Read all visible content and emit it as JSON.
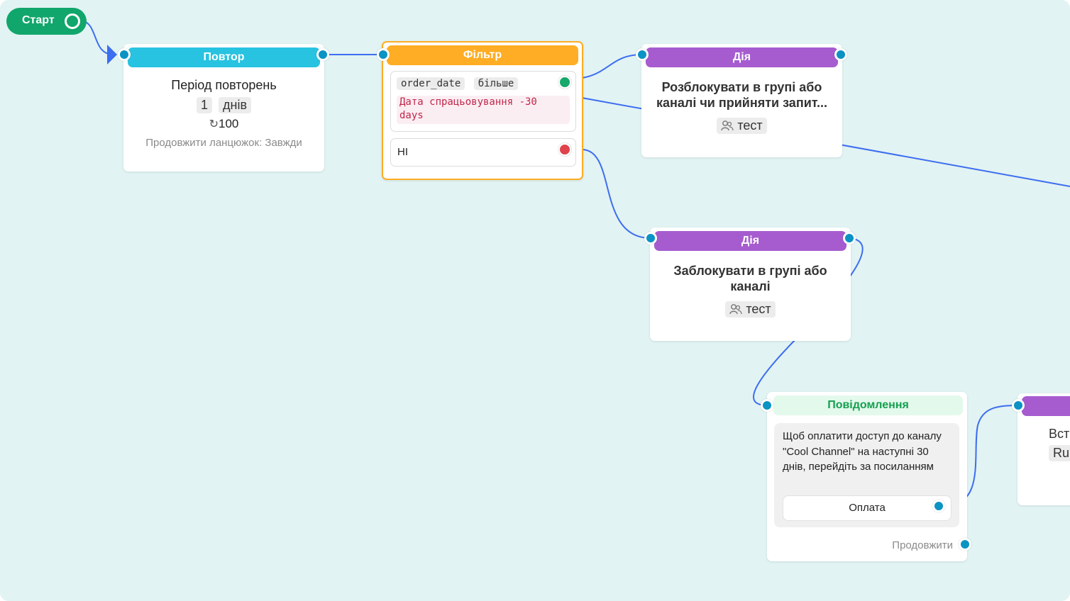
{
  "start": {
    "label": "Старт"
  },
  "colors": {
    "canvas": "#e1f3f3",
    "edge": "#3d6df0",
    "port": "#0b93c4",
    "repeat_header": "#28c3e0",
    "filter_header": "#ffad24",
    "action_header": "#a65ccf",
    "message_header_bg": "#e3f9ec",
    "message_header_text": "#15a04f",
    "start_pill": "#11a66b"
  },
  "repeat_node": {
    "header": "Повтор",
    "period_label": "Період повторень",
    "interval_value": "1",
    "interval_unit": "днів",
    "repeat_count": "100",
    "continue_text": "Продовжити ланцюжок: Завжди"
  },
  "filter_node": {
    "header": "Фільтр",
    "condition": {
      "field": "order_date",
      "operator": "більше",
      "value_line1": "Дата спрацьовування -30",
      "value_line2": "days"
    },
    "else_label": "НІ"
  },
  "action_node_1": {
    "header": "Дія",
    "title_line1": "Розблокувати в групі або",
    "title_line2": "каналі чи прийняти запит...",
    "target": "тест"
  },
  "action_node_2": {
    "header": "Дія",
    "title_line1": "Заблокувати в групі або",
    "title_line2": "каналі",
    "target": "тест"
  },
  "message_node": {
    "header": "Повідомлення",
    "text": "Щоб оплатити доступ до каналу \"Cool Channel\" на наступні 30 днів, перейдіть за посиланням",
    "button_label": "Оплата",
    "continue_label": "Продовжити"
  },
  "partial_node": {
    "text_fragment": "Вст",
    "tag_fragment": "Ru"
  },
  "icons": [
    "repeat-icon",
    "users-icon",
    "arrow-marker-icon"
  ]
}
